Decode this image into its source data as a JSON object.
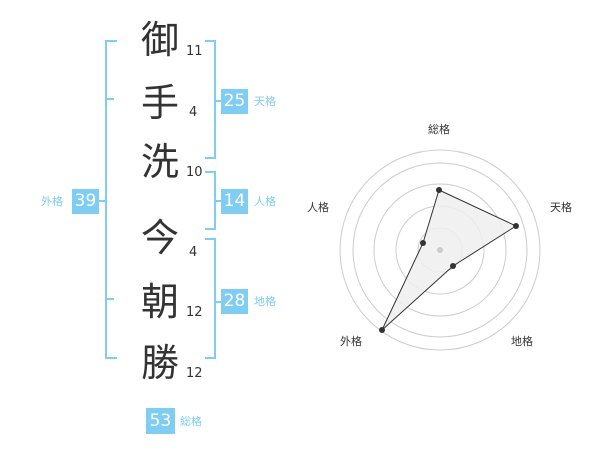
{
  "name": {
    "characters": [
      {
        "char": "御",
        "strokes": "11"
      },
      {
        "char": "手",
        "strokes": "4"
      },
      {
        "char": "洗",
        "strokes": "10"
      },
      {
        "char": "今",
        "strokes": "4"
      },
      {
        "char": "朝",
        "strokes": "12"
      },
      {
        "char": "勝",
        "strokes": "12"
      }
    ]
  },
  "fortunes": {
    "tenkaku": {
      "value": "25",
      "label": "天格"
    },
    "jinkaku": {
      "value": "14",
      "label": "人格"
    },
    "chikaku": {
      "value": "28",
      "label": "地格"
    },
    "gaikaku": {
      "value": "39",
      "label": "外格"
    },
    "soukaku": {
      "value": "53",
      "label": "総格"
    }
  },
  "radar": {
    "labels": {
      "soukaku": "総格",
      "tenkaku": "天格",
      "chikaku": "地格",
      "gaikaku": "外格",
      "jinkaku": "人格"
    }
  },
  "colors": {
    "accent": "#7fcdf2",
    "text": "#333333",
    "grid": "#cccccc",
    "fill": "#eeeeee"
  }
}
